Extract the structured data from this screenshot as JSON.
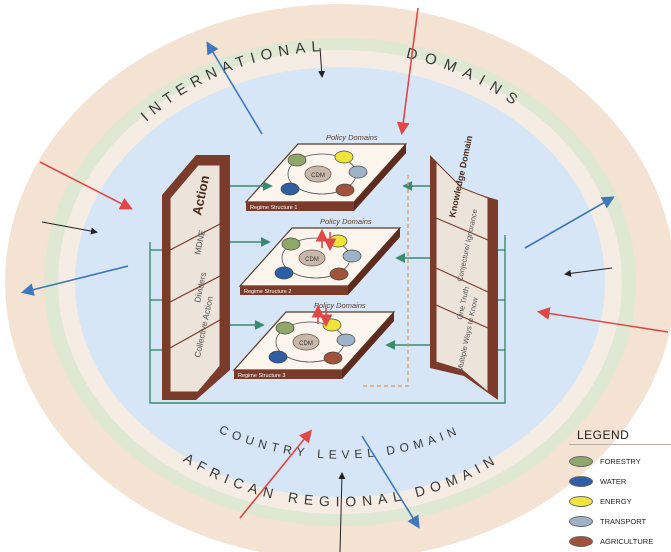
{
  "outer_ring": {
    "words": [
      "INTERNATIONAL",
      "DOMAINS"
    ]
  },
  "regional_ring": {
    "label": "AFRICAN REGIONAL DOMAIN"
  },
  "country_ring": {
    "label": "COUNTRY LEVEL DOMAIN"
  },
  "action_panel": {
    "title": "Action",
    "items": [
      "MDNE",
      "Dividers",
      "Collective Action"
    ]
  },
  "knowledge_panel": {
    "title": "Knowledge Domain",
    "items": [
      "Conjecture/ Ignorance",
      "One Truth",
      "Multiple Ways to Know"
    ]
  },
  "layers": [
    {
      "policy_label": "Policy Domains",
      "center_label": "CDM",
      "regime_label": "Regime Structure 1"
    },
    {
      "policy_label": "Policy Domains",
      "center_label": "CDM",
      "regime_label": "Regime Structure 2"
    },
    {
      "policy_label": "Policy Domains",
      "center_label": "CDM",
      "regime_label": "Regime Structure 3"
    }
  ],
  "legend": {
    "title": "LEGEND",
    "items": [
      {
        "label": "FORESTRY",
        "color": "#8fa86a"
      },
      {
        "label": "WATER",
        "color": "#2f5fa3"
      },
      {
        "label": "ENERGY",
        "color": "#efe53a"
      },
      {
        "label": "TRANSPORT",
        "color": "#9fb3c8"
      },
      {
        "label": "AGRICULTURE",
        "color": "#a0523a"
      }
    ]
  },
  "colors": {
    "outer_ring": "#f4e2d3",
    "regional_ring": "#dfe8d2",
    "inner_ring": "#f5ece4",
    "country_core": "#d6e6f6",
    "panel_dark": "#7a3b2a",
    "arrow_red": "#e04848",
    "arrow_blue": "#3f78bd",
    "connector_green": "#3a8a70",
    "dashed_orange": "#e0955a"
  }
}
